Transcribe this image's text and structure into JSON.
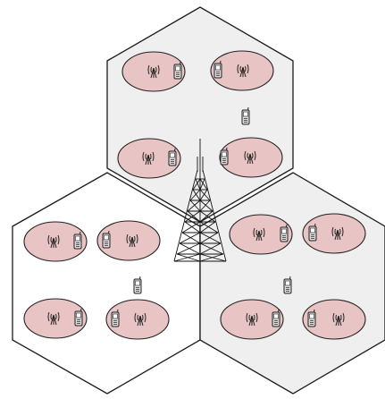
{
  "diagram": {
    "cells": [
      {
        "name": "top-cell",
        "fill": "#efefef",
        "small_cells": 4,
        "devices": 1
      },
      {
        "name": "left-cell",
        "fill": "#ffffff",
        "small_cells": 4,
        "devices": 1
      },
      {
        "name": "right-cell",
        "fill": "#efefef",
        "small_cells": 4,
        "devices": 1
      }
    ],
    "colors": {
      "hex_stroke": "#1a1a1a",
      "ellipse_fill": "#e8c4c4",
      "ellipse_stroke": "#222222",
      "device_fill": "#cfcfcf",
      "tower_stroke": "#111111"
    },
    "icons": [
      "macro-tower-icon",
      "femto-antenna-icon",
      "mobile-phone-icon"
    ]
  }
}
